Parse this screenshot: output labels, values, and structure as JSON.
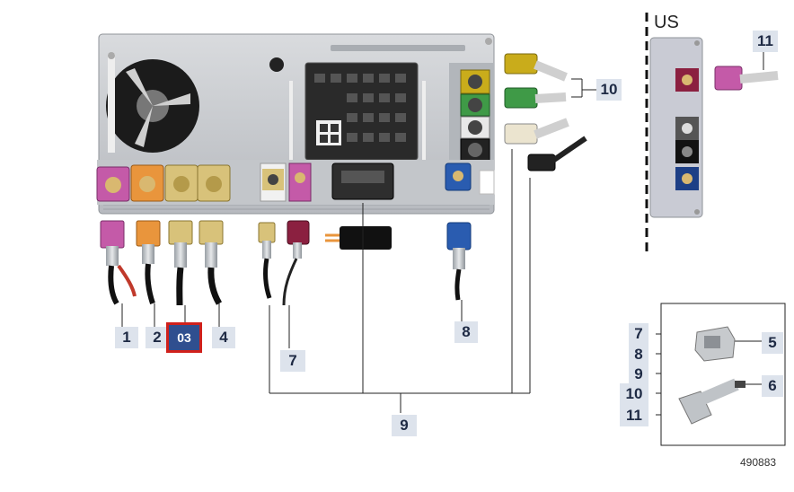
{
  "callouts": {
    "c1": "1",
    "c2": "2",
    "c3": "03",
    "c4": "4",
    "c7a": "7",
    "c8": "8",
    "c9": "9",
    "c10": "10",
    "c11": "11",
    "inset": {
      "l7": "7",
      "l8": "8",
      "l9": "9",
      "l10": "10",
      "l11": "11",
      "r5": "5",
      "r6": "6"
    }
  },
  "region_label": "US",
  "part_number": "490883",
  "colors": {
    "callout_bg": "#dde3ec",
    "selected_bg": "#2f4f8f",
    "selected_outline": "#d0201b",
    "chassis": "#c9cbcf",
    "connector_violet": "#c45aa8",
    "connector_orange": "#e9953c",
    "connector_beige": "#d8c27a",
    "connector_blue": "#2a5cb0",
    "connector_green": "#3f9a47",
    "connector_yellow": "#c9ac1b"
  }
}
